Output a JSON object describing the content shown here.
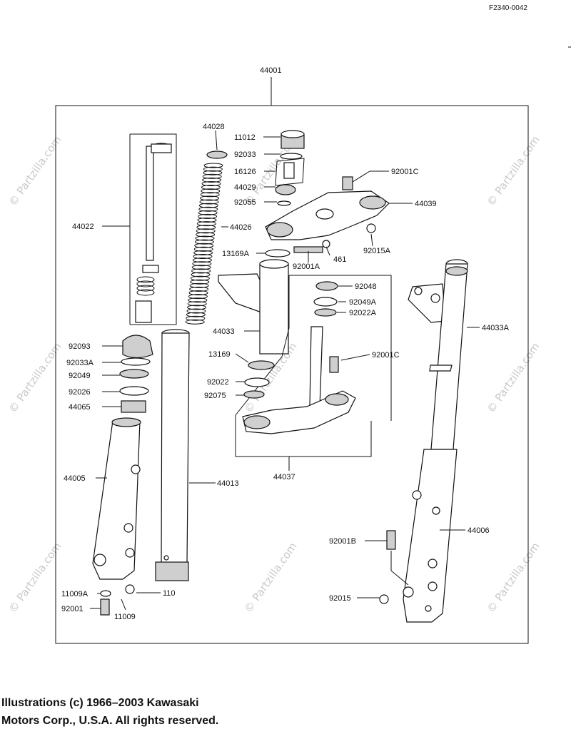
{
  "figure_number": "F2340-0042",
  "copyright_lines": [
    "Illustrations (c) 1966–2003 Kawasaki",
    "Motors Corp., U.S.A.  All rights reserved."
  ],
  "watermark": "© Partzilla.com",
  "part_labels": {
    "p44001": "44001",
    "p44028": "44028",
    "p11012": "11012",
    "p92033": "92033",
    "p16126": "16126",
    "p92001C_top": "92001C",
    "p44029": "44029",
    "p92055": "92055",
    "p44039": "44039",
    "p44022": "44022",
    "p44026": "44026",
    "p92015A": "92015A",
    "p13169A": "13169A",
    "p92001A": "92001A",
    "p461": "461",
    "p92048": "92048",
    "p92049A": "92049A",
    "p92022A": "92022A",
    "p44033": "44033",
    "p44033A": "44033A",
    "p92093": "92093",
    "p92033A": "92033A",
    "p92049": "92049",
    "p92026": "92026",
    "p44065": "44065",
    "p13169": "13169",
    "p92022": "92022",
    "p92075": "92075",
    "p92001C_mid": "92001C",
    "p44037": "44037",
    "p44005": "44005",
    "p44013": "44013",
    "p44006": "44006",
    "p92001B": "92001B",
    "p92015": "92015",
    "p11009A": "11009A",
    "p110": "110",
    "p92001": "92001",
    "p11009": "11009"
  }
}
